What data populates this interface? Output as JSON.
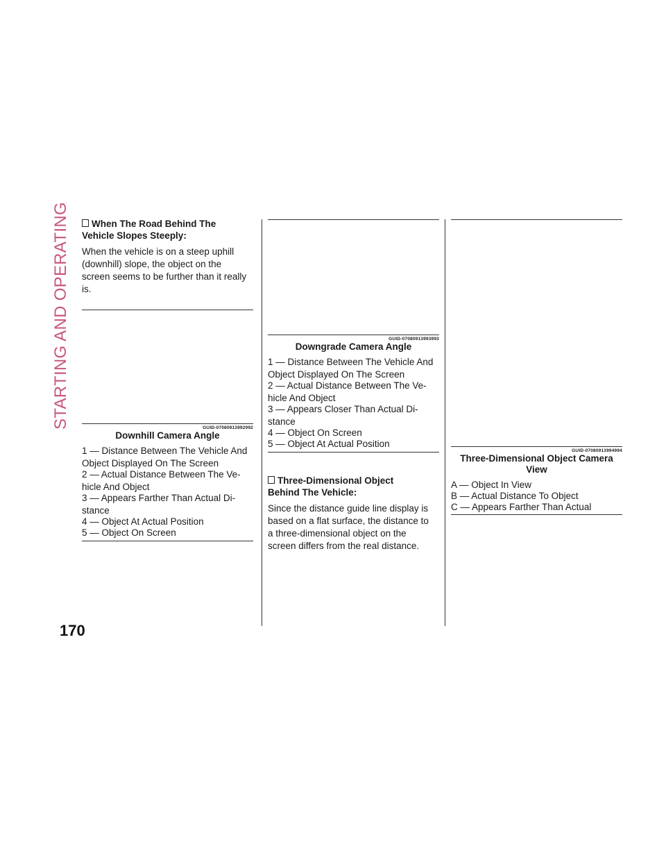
{
  "side_tab": "STARTING AND OPERATING",
  "page_number": "170",
  "col1": {
    "heading_line1": "When The Road Behind The",
    "heading_line2": "Vehicle Slopes Steeply:",
    "para_lines": [
      "When the vehicle is on a steep uphill",
      "(downhill) slope, the object on the",
      "screen seems to be further than it really",
      "is."
    ],
    "figure": {
      "guid": "GUID-07080913992992",
      "caption": "Downhill Camera Angle",
      "legend": [
        "1 — Distance Between The Vehicle And",
        "Object Displayed On The Screen",
        "2 — Actual Distance Between The Ve-",
        "hicle And Object",
        "3 — Appears Farther Than Actual Di-",
        "stance",
        "4 — Object At Actual Position",
        "5 — Object On Screen"
      ]
    }
  },
  "col2": {
    "figure": {
      "guid": "GUID-07080913993993",
      "caption": "Downgrade Camera Angle",
      "legend": [
        "1 — Distance Between The Vehicle And",
        "Object Displayed On The Screen",
        "2 — Actual Distance Between The Ve-",
        "hicle And Object",
        "3 — Appears Closer Than Actual Di-",
        "stance",
        "4 — Object On Screen",
        "5 — Object At Actual Position"
      ]
    },
    "heading_line1": "Three-Dimensional Object",
    "heading_line2": "Behind The Vehicle:",
    "para_lines": [
      "Since the distance guide line display is",
      "based on a flat surface, the distance to",
      "a three-dimensional object on the",
      "screen differs from the real distance."
    ]
  },
  "col3": {
    "figure": {
      "guid": "GUID-07080913994994",
      "caption_line1": "Three-Dimensional Object Camera",
      "caption_line2": "View",
      "legend": [
        "A — Object In View",
        "B — Actual Distance To Object",
        "C — Appears Farther Than Actual"
      ]
    }
  }
}
